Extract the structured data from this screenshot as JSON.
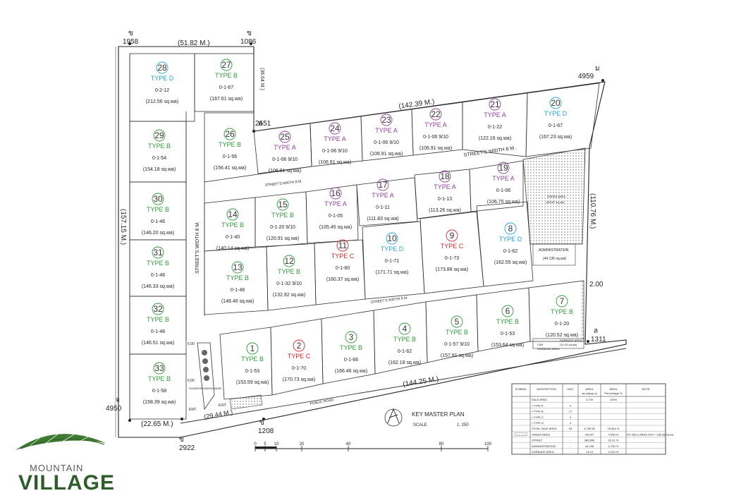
{
  "plots": [
    {
      "n": "1",
      "type": "TYPE B",
      "area": "0-1-53",
      "sqwa": "(153.59 sq.wa)",
      "color": "#2f9a3a"
    },
    {
      "n": "2",
      "type": "TYPE C",
      "area": "0-1-70",
      "sqwa": "(170.73 sq.wa)",
      "color": "#d8262b"
    },
    {
      "n": "3",
      "type": "TYPE B",
      "area": "0-1-66",
      "sqwa": "(166.46 sq.wa)",
      "color": "#2f9a3a"
    },
    {
      "n": "4",
      "type": "TYPE B",
      "area": "0-1-62",
      "sqwa": "(162.18 sq.wa)",
      "color": "#2f9a3a"
    },
    {
      "n": "5",
      "type": "TYPE B",
      "area": "0-1-57 9/10",
      "sqwa": "(157.91 sq.wa)",
      "color": "#2f9a3a"
    },
    {
      "n": "6",
      "type": "TYPE B",
      "area": "0-1-53",
      "sqwa": "(153.64 sq.wa)",
      "color": "#2f9a3a"
    },
    {
      "n": "7",
      "type": "TYPE B",
      "area": "0-1-20",
      "sqwa": "(120.52 sq.wa)",
      "color": "#2f9a3a"
    },
    {
      "n": "8",
      "type": "TYPE D",
      "area": "0-1-62",
      "sqwa": "(162.55 sq.wa)",
      "color": "#2aa3d6"
    },
    {
      "n": "9",
      "type": "TYPE C",
      "area": "0-1-73",
      "sqwa": "(173.88 sq.wa)",
      "color": "#d8262b"
    },
    {
      "n": "10",
      "type": "TYPE D",
      "area": "0-1-71",
      "sqwa": "(171.71 sq.wa)",
      "color": "#2aa3d6"
    },
    {
      "n": "11",
      "type": "TYPE C",
      "area": "0-1-60",
      "sqwa": "(160.37 sq.wa)",
      "color": "#d8262b"
    },
    {
      "n": "12",
      "type": "TYPE B",
      "area": "0-1-32 9/10",
      "sqwa": "(132.92 sq.wa)",
      "color": "#2f9a3a"
    },
    {
      "n": "13",
      "type": "TYPE B",
      "area": "0-1-48",
      "sqwa": "(148.46 sq.wa)",
      "color": "#2f9a3a"
    },
    {
      "n": "14",
      "type": "TYPE B",
      "area": "0-1-40",
      "sqwa": "(140.14 sq.wa)",
      "color": "#2f9a3a"
    },
    {
      "n": "15",
      "type": "TYPE B",
      "area": "0-1-20 9/10",
      "sqwa": "(120.91 sq.wa)",
      "color": "#2f9a3a"
    },
    {
      "n": "16",
      "type": "TYPE A",
      "area": "0-1-05",
      "sqwa": "(105.45 sq.wa)",
      "color": "#8e3f9b"
    },
    {
      "n": "17",
      "type": "TYPE A",
      "area": "0-1-11",
      "sqwa": "(111.83 sq.wa)",
      "color": "#8e3f9b"
    },
    {
      "n": "18",
      "type": "TYPE A",
      "area": "0-1-13",
      "sqwa": "(113.26 sq.wa)",
      "color": "#8e3f9b"
    },
    {
      "n": "19",
      "type": "TYPE A",
      "area": "0-1-06",
      "sqwa": "(106.75 sq.wa)",
      "color": "#8e3f9b"
    },
    {
      "n": "20",
      "type": "TYPE D",
      "area": "0-1-67",
      "sqwa": "(167.23 sq.wa)",
      "color": "#2aa3d6"
    },
    {
      "n": "21",
      "type": "TYPE A",
      "area": "0-1-22",
      "sqwa": "(122.16 sq.wa)",
      "color": "#8e3f9b"
    },
    {
      "n": "22",
      "type": "TYPE A",
      "area": "0-1-06 9/10",
      "sqwa": "(106.91 sq.wa)",
      "color": "#8e3f9b"
    },
    {
      "n": "23",
      "type": "TYPE A",
      "area": "0-1-06 9/10",
      "sqwa": "(106.91 sq.wa)",
      "color": "#8e3f9b"
    },
    {
      "n": "24",
      "type": "TYPE A",
      "area": "0-1-06 9/10",
      "sqwa": "(106.91 sq.wa)",
      "color": "#8e3f9b"
    },
    {
      "n": "25",
      "type": "TYPE A",
      "area": "0-1-06 9/10",
      "sqwa": "(106.91 sq.wa)",
      "color": "#8e3f9b"
    },
    {
      "n": "26",
      "type": "TYPE B",
      "area": "0-1-56",
      "sqwa": "(156.41 sq.wa)",
      "color": "#2f9a3a"
    },
    {
      "n": "27",
      "type": "TYPE B",
      "area": "0-1-67",
      "sqwa": "(167.61 sq.wa)",
      "color": "#2f9a3a"
    },
    {
      "n": "28",
      "type": "TYPE D",
      "area": "0-2-12",
      "sqwa": "(212.56 sq.wa)",
      "color": "#2aa3d6"
    },
    {
      "n": "29",
      "type": "TYPE B",
      "area": "0-1-54",
      "sqwa": "(154.18 sq.wa)",
      "color": "#2f9a3a"
    },
    {
      "n": "30",
      "type": "TYPE B",
      "area": "0-1-46",
      "sqwa": "(146.20 sq.wa)",
      "color": "#2f9a3a"
    },
    {
      "n": "31",
      "type": "TYPE B",
      "area": "0-1-46",
      "sqwa": "(146.33 sq.wa)",
      "color": "#2f9a3a"
    },
    {
      "n": "32",
      "type": "TYPE B",
      "area": "0-1-46",
      "sqwa": "(146.51 sq.wa)",
      "color": "#2f9a3a"
    },
    {
      "n": "33",
      "type": "TYPE B",
      "area": "0-1-58",
      "sqwa": "(158.39 sq.wa)",
      "color": "#2f9a3a"
    }
  ],
  "boundary_markers": {
    "m1958": "1958",
    "m1086": "1086",
    "m4959": "4959",
    "m2651": "2651",
    "m1311": "1311",
    "m1208": "1208",
    "m2922": "2922",
    "m4950": "4950"
  },
  "thai_markers": {
    "t1": "ข",
    "t2": "ข",
    "t3": "ม",
    "t4": "ล",
    "t5": "ล",
    "t6": "ข",
    "t7": "ข",
    "t8": "จ"
  },
  "dimensions": {
    "top": "(51.82 M.)",
    "right_top": "(36.64 M.)",
    "diag_top": "(142.39 M.)",
    "right": "(110.76 M.)",
    "left": "(157.15 M.)",
    "bottom": "(144.25 M.)",
    "bottom_left": "(22.65 M.)",
    "bottom_mid": "(29.44 M.)",
    "right_small": "2.00",
    "entry1": "6.00",
    "entry2": "6.00"
  },
  "streets": {
    "s1": "STREET'S WIDTH 8 M.",
    "s2": "STREET'S WIDTH 8 M.",
    "s3": "STREET'S WIDTH 8 M.",
    "s4": "STREET'S WIDTH 8 M.",
    "public": "PUBLIC ROAD."
  },
  "facilities": {
    "green": "GREEN AREA",
    "green_area": "(343.87 sq.wa)",
    "admin": "ADMINISTRATION",
    "admin_area": "(44.135 sq.wa)",
    "garbage": "GARBAGE AREA",
    "garbage_area": "(14.15 sq.wa)",
    "carpark": "CAR",
    "carpark2": "GARBAGE AREA",
    "guard": "GUARDROOM/SIGNAGE",
    "ent": "ENT.",
    "exit": "EXIT"
  },
  "key_plan": {
    "title": "KEY MASTER PLAN",
    "scale_label": "SCALE",
    "scale_value": "1: 250",
    "ticks": [
      "0",
      "5",
      "10",
      "20",
      "40",
      "80",
      "100"
    ]
  },
  "table": {
    "headers": [
      "SYMBOL",
      "DESCRIPTION",
      "UNIT",
      "AREA",
      "AREA",
      "NOTE"
    ],
    "subheaders": [
      "sq.wa(sq.m)",
      "Percentage %"
    ],
    "rows": [
      {
        "d": "SALE AREA",
        "u": "",
        "a": "4,739",
        "p": "100%",
        "n": "-"
      },
      {
        "d": "• TYPE A",
        "u": "9",
        "a": "",
        "p": "",
        "n": ""
      },
      {
        "d": "• TYPE B",
        "u": "17",
        "a": "",
        "p": "",
        "n": ""
      },
      {
        "d": "• TYPE C",
        "u": "3",
        "a": "",
        "p": "",
        "n": ""
      },
      {
        "d": "• TYPE D",
        "u": "4",
        "a": "",
        "p": "",
        "n": ""
      },
      {
        "d": "TOTAL SALE AREA",
        "u": "33",
        "a": "4,739.56",
        "p": "78.464 %",
        "n": ""
      },
      {
        "d": "GREEN AREA",
        "u": "-",
        "a": "343.87",
        "p": "4.558 %",
        "n": "5% SALE AREA 10% = 236.98 sq.wa"
      },
      {
        "d": "STREET",
        "u": "-",
        "a": "986.866",
        "p": "16.31 %",
        "n": ""
      },
      {
        "d": "ADMINISTRATION",
        "u": "-",
        "a": "44.135",
        "p": "0.730 %",
        "n": ""
      },
      {
        "d": "GARBAGE AREA",
        "u": "-",
        "a": "14.15",
        "p": "0.234 %",
        "n": ""
      }
    ]
  },
  "brand": {
    "line1": "MOUNTAIN",
    "line2": "VILLAGE"
  },
  "colors": {
    "type_a": "#8e3f9b",
    "type_b": "#2f9a3a",
    "type_c": "#d8262b",
    "type_d": "#2aa3d6",
    "brand_green": "#2e5d2a"
  }
}
